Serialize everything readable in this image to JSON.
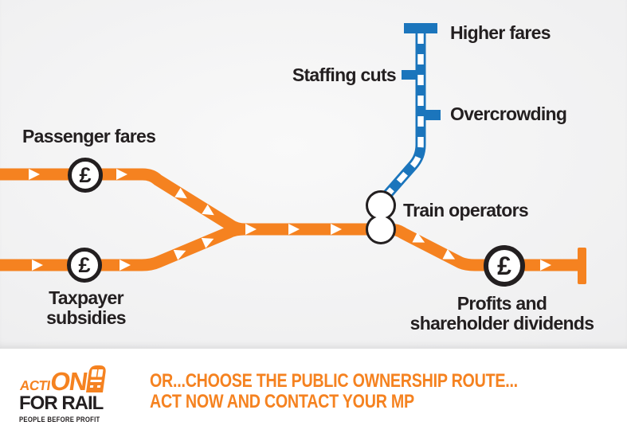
{
  "poster": {
    "stations": {
      "passenger_fares": "Passenger fares",
      "taxpayer_subsidies": "Taxpayer subsidies",
      "train_operators": "Train operators",
      "higher_fares": "Higher fares",
      "staffing_cuts": "Staffing cuts",
      "overcrowding": "Overcrowding",
      "profits": "Profits and shareholder dividends"
    },
    "pound_symbol": "£",
    "footer": {
      "headline_line1": "OR...CHOOSE THE PUBLIC OWNERSHIP ROUTE...",
      "headline_line2": "ACT NOW AND CONTACT YOUR MP",
      "logo_part1": "ACTI",
      "logo_part2": "ON",
      "logo_line2": "FOR RAIL",
      "logo_tagline": "PEOPLE BEFORE PROFIT"
    },
    "colors": {
      "route_orange": "#f58220",
      "line_blue": "#1b75bc",
      "ink_black": "#231f20",
      "background_grey": "#e9e9ea",
      "white": "#ffffff"
    }
  }
}
